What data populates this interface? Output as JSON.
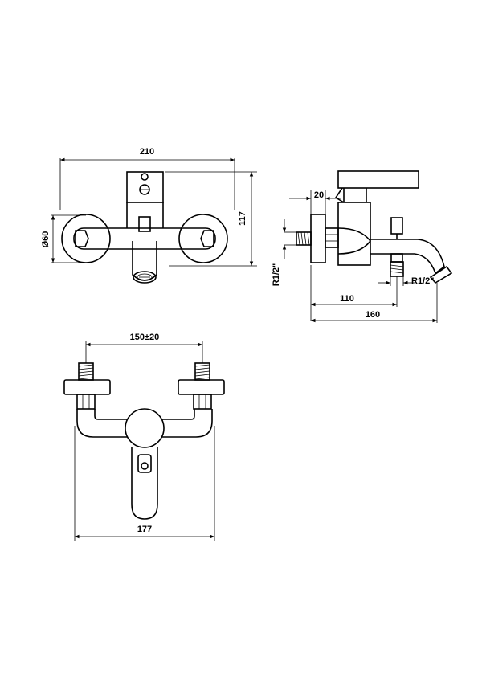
{
  "front_view": {
    "width_label": "210",
    "height_label": "117",
    "diameter_label": "Ø60"
  },
  "side_view": {
    "offset_label": "20",
    "thread_left_label": "R1/2\"",
    "thread_right_label": "R1/2\"",
    "spout_label": "110",
    "depth_label": "160"
  },
  "top_view": {
    "centers_label": "150±20",
    "width_label": "177"
  }
}
